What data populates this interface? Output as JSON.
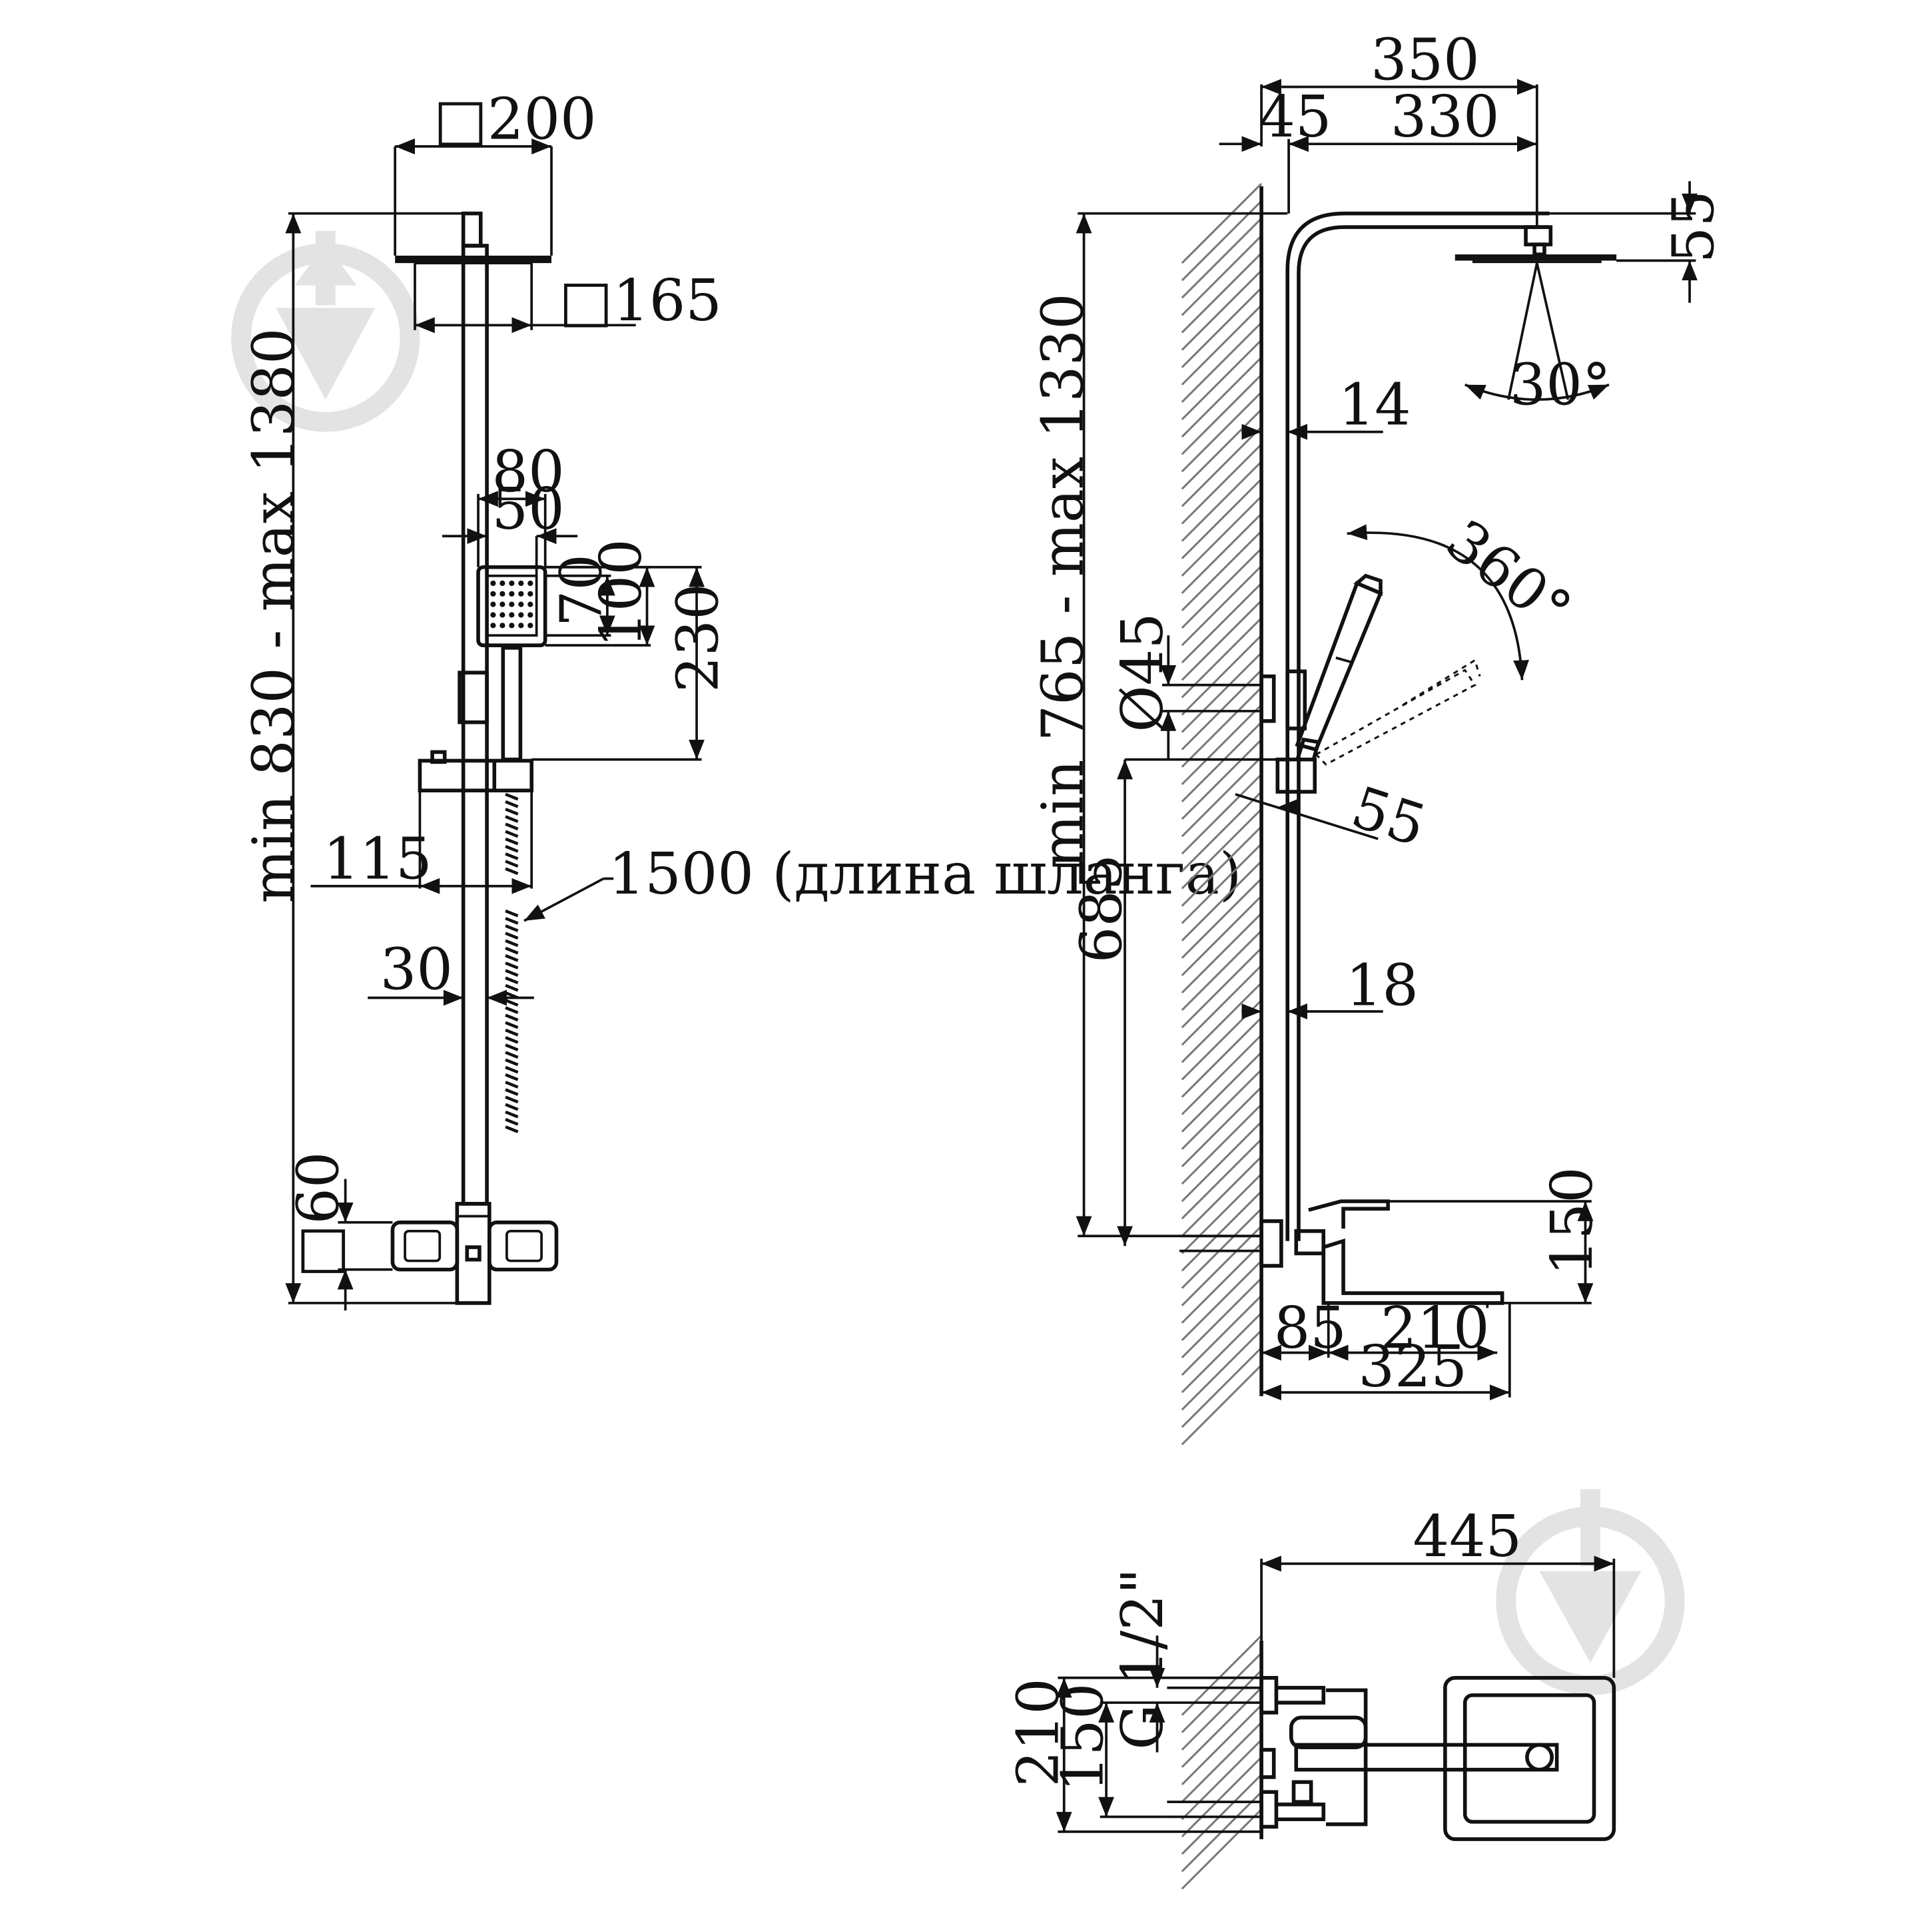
{
  "dimensions": {
    "front": {
      "head_square": "□200",
      "head_inner": "□165",
      "hand_width": "80",
      "hand_face": "50",
      "hand_face_h": "70",
      "hand_h": "100",
      "hand_to_slider": "230",
      "slider_offset": "115",
      "bar_offset": "30",
      "valve_square": "□60",
      "total_height": "min 830 - max 1380",
      "hose_note": "1500 (длина шланга)"
    },
    "side": {
      "arm_total": "350",
      "wall_gap": "45",
      "arm_reach": "330",
      "head_height": "55",
      "spray_angle": "30°",
      "bar_gap_top": "14",
      "rotation": "360°",
      "holder_dia": "Ø45",
      "holder_depth": "55",
      "height_range": "min 765 - max 1330",
      "valve_height": "685",
      "bar_gap_low": "18",
      "spout_height": "150",
      "valve_depth": "85",
      "spout_len": "210",
      "spout_total": "325"
    },
    "top": {
      "depth_total": "445",
      "thread": "G 1/2\"",
      "outer_span": "210",
      "inlet_span": "150"
    }
  },
  "icons": [
    "brand-watermark-icon",
    "brand-watermark-icon"
  ],
  "colors": {
    "line": "#111111",
    "watermark": "#e3e3e3",
    "hatch": "#777777"
  }
}
